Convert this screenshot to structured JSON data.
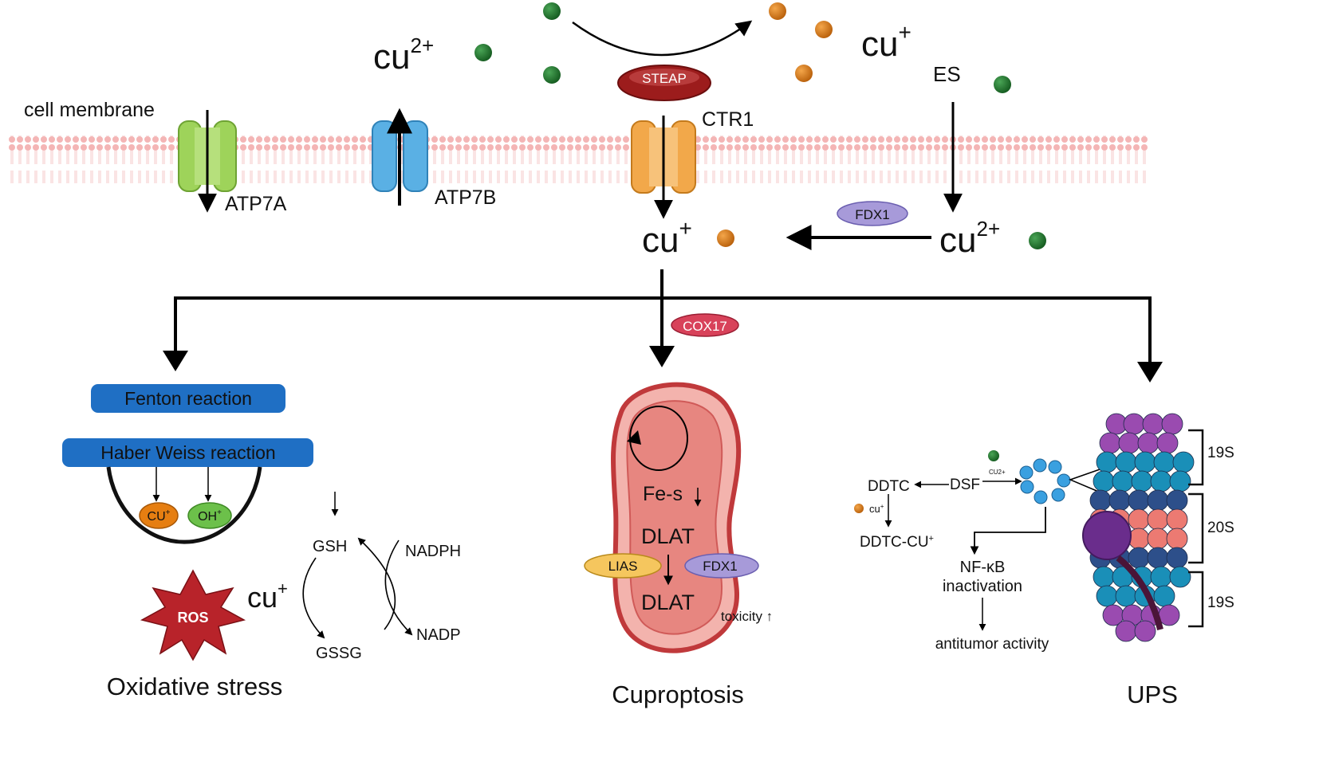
{
  "top": {
    "cu2_label": "cu",
    "cu2_sup": "2+",
    "cu1_label": "cu",
    "cu1_sup": "+",
    "es_label": "ES",
    "steap_label": "STEAP",
    "ctr1_label": "CTR1"
  },
  "membrane": {
    "label": "cell membrane",
    "atp7a_label": "ATP7A",
    "atp7b_label": "ATP7B"
  },
  "center": {
    "cu1_label": "cu",
    "cu1_sup": "+",
    "cu2_label": "cu",
    "cu2_sup": "2+",
    "fdx1_label": "FDX1",
    "cox17_label": "COX17"
  },
  "oxidative": {
    "fenton_label": "Fenton reaction",
    "haber_label": "Haber Weiss reaction",
    "cu_plus_label": "CU",
    "cu_plus_sup": "+",
    "oh_label": "OH",
    "oh_sup": "+",
    "ros_label": "ROS",
    "cu_label": "cu",
    "cu_sup": "+",
    "gsh_label": "GSH",
    "gssg_label": "GSSG",
    "nadph_label": "NADPH",
    "nadp_label": "NADP",
    "title": "Oxidative stress"
  },
  "cuproptosis": {
    "fes_label": "Fe-s",
    "dlat_top_label": "DLAT",
    "dlat_bottom_label": "DLAT",
    "lias_label": "LIAS",
    "fdx1_label": "FDX1",
    "toxicity_label": "toxicity ↑",
    "title": "Cuproptosis"
  },
  "ups": {
    "ddtc_label": "DDTC",
    "dsf_label": "DSF",
    "cu2_small_label": "CU2+",
    "cu_small_label": "cu",
    "cu_small_sup": "+",
    "ddtc_cu_label": "DDTC-CU",
    "ddtc_cu_sup": "+",
    "nfkb_label": "NF-κB",
    "inactivation_label": "inactivation",
    "antitumor_label": "antitumor activity",
    "s19_top_label": "19S",
    "s20_label": "20S",
    "s19_bottom_label": "19S",
    "title": "UPS"
  },
  "colors": {
    "cu2_green": "#1f6e2a",
    "cu1_orange": "#d8780f",
    "membrane_pink": "#f4b5b5",
    "ctr1_orange": "#f2a84a",
    "atp7a_green": "#9ed35a",
    "atp7b_blue": "#5ab0e4",
    "steap_red": "#9c1c1c",
    "fdx1_purple": "#a79ad9",
    "cox17_pink": "#d8425a",
    "reaction_blue": "#1f6fc4",
    "ros_red": "#b8232a",
    "mito_red": "#c0393b"
  }
}
